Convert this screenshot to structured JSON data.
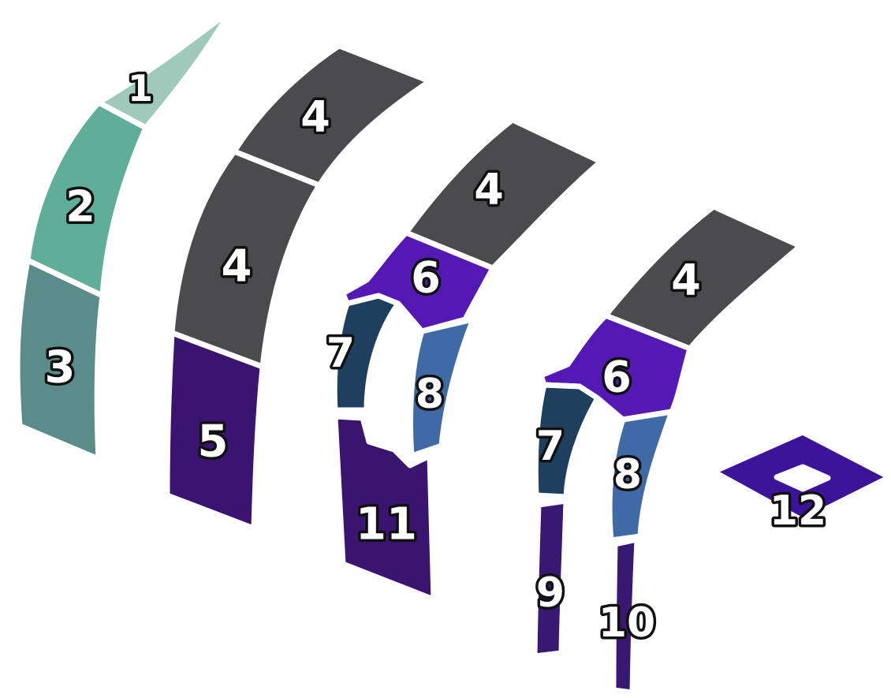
{
  "colors": {
    "segment_1": "#9fc9ba",
    "segment_2": "#5fae98",
    "segment_3": "#5b8c8a",
    "segment_4": "#4b4b4e",
    "segment_5": "#3a1470",
    "segment_6": "#5419b5",
    "segment_7": "#1f3f5f",
    "segment_8": "#3f6aa5",
    "segment_9": "#371872",
    "segment_10": "#371872",
    "segment_11": "#3a146f",
    "segment_12": "#3c1499"
  },
  "groups": [
    {
      "segments": [
        {
          "label": "1",
          "color_key": "segment_1"
        },
        {
          "label": "2",
          "color_key": "segment_2"
        },
        {
          "label": "3",
          "color_key": "segment_3"
        }
      ]
    },
    {
      "segments": [
        {
          "label": "4",
          "color_key": "segment_4"
        },
        {
          "label": "4",
          "color_key": "segment_4"
        },
        {
          "label": "5",
          "color_key": "segment_5"
        }
      ]
    },
    {
      "segments": [
        {
          "label": "4",
          "color_key": "segment_4"
        },
        {
          "label": "6",
          "color_key": "segment_6"
        },
        {
          "label": "7",
          "color_key": "segment_7"
        },
        {
          "label": "8",
          "color_key": "segment_8"
        },
        {
          "label": "11",
          "color_key": "segment_11"
        }
      ]
    },
    {
      "segments": [
        {
          "label": "4",
          "color_key": "segment_4"
        },
        {
          "label": "6",
          "color_key": "segment_6"
        },
        {
          "label": "7",
          "color_key": "segment_7"
        },
        {
          "label": "8",
          "color_key": "segment_8"
        },
        {
          "label": "9",
          "color_key": "segment_9"
        },
        {
          "label": "10",
          "color_key": "segment_10"
        }
      ]
    },
    {
      "segments": [
        {
          "label": "12",
          "color_key": "segment_12"
        }
      ]
    }
  ]
}
